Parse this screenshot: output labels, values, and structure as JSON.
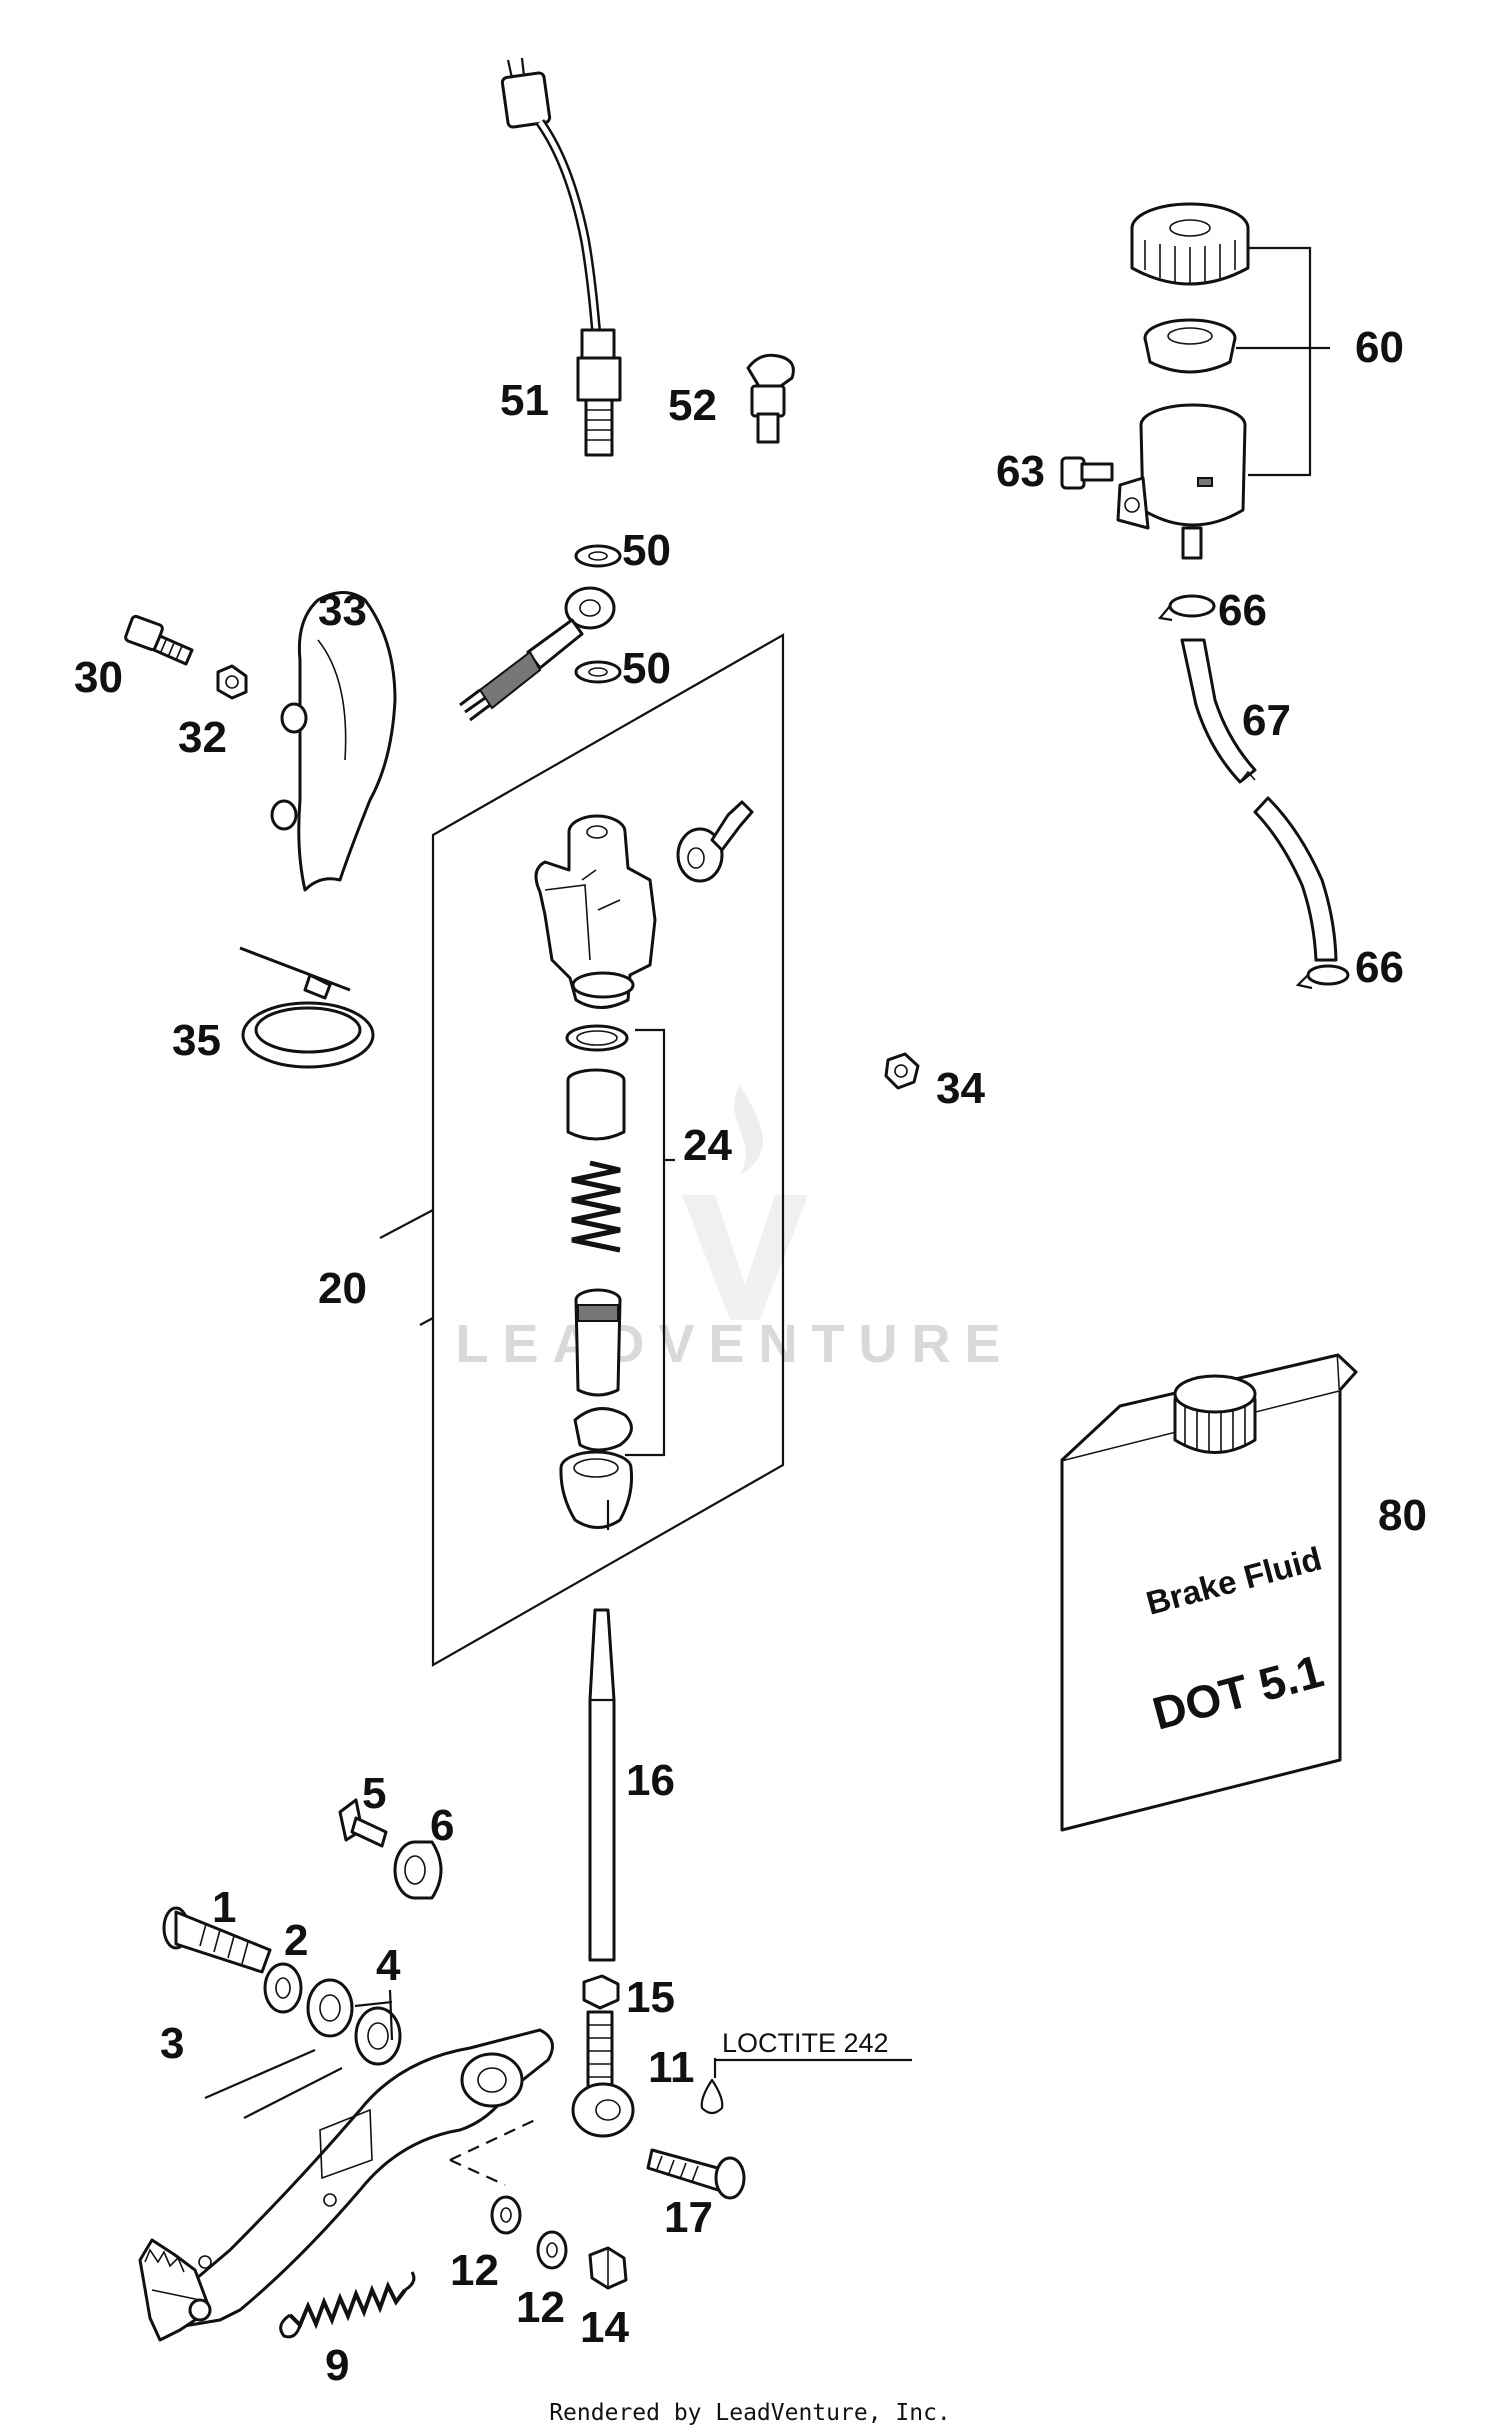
{
  "diagram": {
    "callouts": {
      "p1": "1",
      "p2": "2",
      "p3": "3",
      "p4": "4",
      "p5": "5",
      "p6": "6",
      "p9": "9",
      "p11": "11",
      "p12a": "12",
      "p12b": "12",
      "p14": "14",
      "p15": "15",
      "p16": "16",
      "p17": "17",
      "p20": "20",
      "p24": "24",
      "p30": "30",
      "p32": "32",
      "p33": "33",
      "p34": "34",
      "p35": "35",
      "p50a": "50",
      "p50b": "50",
      "p51": "51",
      "p52": "52",
      "p60": "60",
      "p63": "63",
      "p66a": "66",
      "p66b": "66",
      "p67": "67",
      "p80": "80"
    },
    "loctite_note": "LOCTITE 242",
    "fluid_can": {
      "line1": "Brake Fluid",
      "line2": "DOT 5.1"
    },
    "watermark": "LEADVENTURE",
    "footer": "Rendered by LeadVenture, Inc."
  }
}
